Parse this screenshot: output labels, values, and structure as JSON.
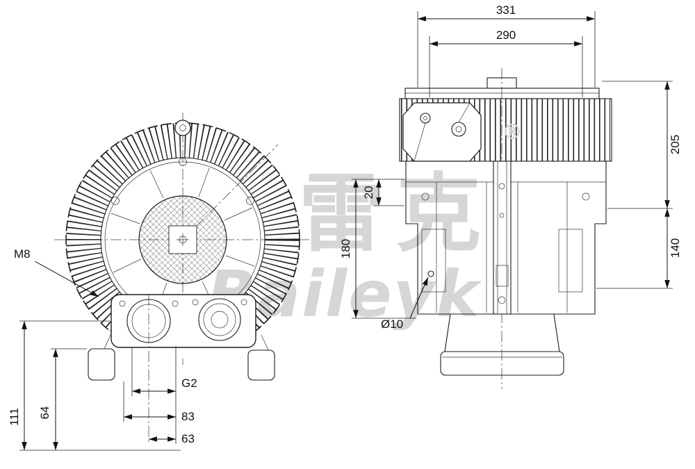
{
  "watermark": {
    "cjk": "雷克",
    "brand": "Baileyk",
    "reg": "®"
  },
  "dims": {
    "w331": "331",
    "w290": "290",
    "h205": "205",
    "h140": "140",
    "h180": "180",
    "h20": "20",
    "dia10": "Ø10",
    "m8": "M8",
    "g2": "G2",
    "l83": "83",
    "l63": "63",
    "h64": "64",
    "h111": "111"
  }
}
